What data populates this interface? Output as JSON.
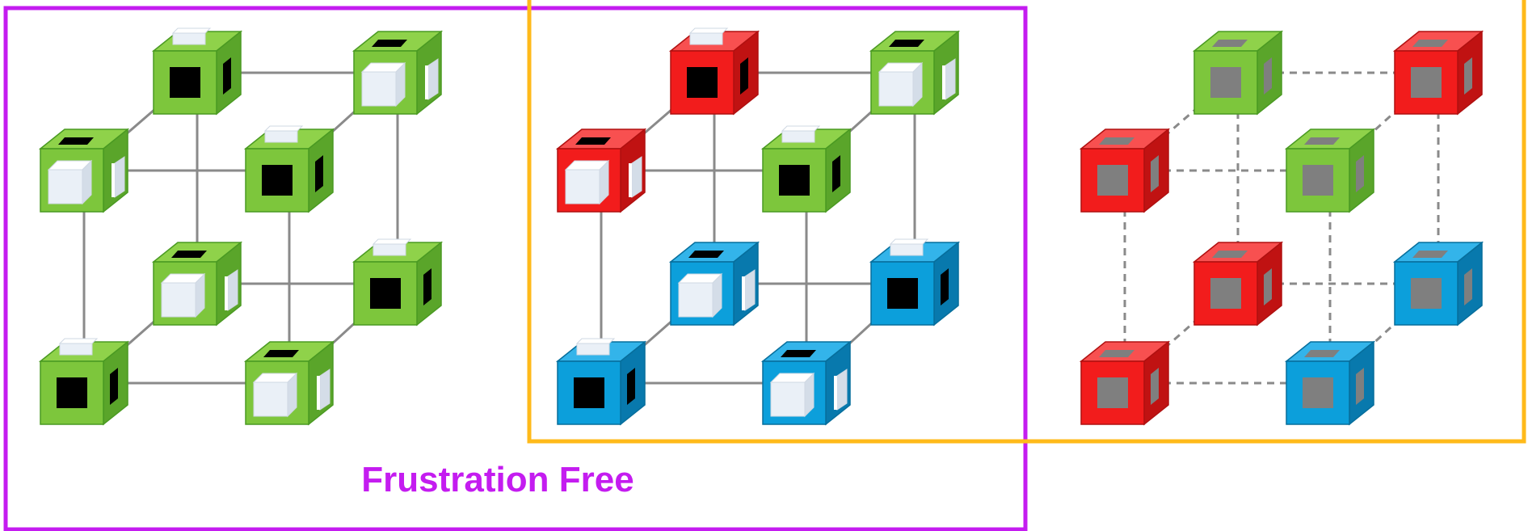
{
  "label": "Frustration Free",
  "colors": {
    "green": {
      "front": "#7dc63c",
      "top": "#8fd24a",
      "side": "#5aa52a",
      "edge": "#4a9a22"
    },
    "red": {
      "front": "#f21c1c",
      "top": "#f85050",
      "side": "#c01212",
      "edge": "#b01010"
    },
    "blue": {
      "front": "#0c9fdb",
      "top": "#33b4ea",
      "side": "#0879ad",
      "edge": "#066e9c"
    },
    "magenta_frame": "#c41cf0",
    "orange_frame": "#ffba1a",
    "line": "#8a8a8a",
    "hole": "#000000",
    "plug": "#eaf0f7",
    "gray_hole": "#7f7f7f"
  },
  "panels": {
    "left": {
      "cubes": [
        {
          "id": "B2",
          "color": "green"
        },
        {
          "id": "B3",
          "color": "green"
        },
        {
          "id": "B0",
          "color": "green"
        },
        {
          "id": "B1",
          "color": "green"
        },
        {
          "id": "F2",
          "color": "green"
        },
        {
          "id": "F3",
          "color": "green"
        },
        {
          "id": "F0",
          "color": "green"
        },
        {
          "id": "F1",
          "color": "green"
        }
      ]
    },
    "middle": {
      "cubes": [
        {
          "id": "B2",
          "color": "red"
        },
        {
          "id": "B3",
          "color": "green"
        },
        {
          "id": "B0",
          "color": "blue"
        },
        {
          "id": "B1",
          "color": "blue"
        },
        {
          "id": "F2",
          "color": "red"
        },
        {
          "id": "F3",
          "color": "green"
        },
        {
          "id": "F0",
          "color": "blue"
        },
        {
          "id": "F1",
          "color": "blue"
        }
      ]
    },
    "right": {
      "cubes": [
        {
          "id": "B2",
          "color": "green"
        },
        {
          "id": "B3",
          "color": "red"
        },
        {
          "id": "B0",
          "color": "red"
        },
        {
          "id": "B1",
          "color": "blue"
        },
        {
          "id": "F2",
          "color": "red"
        },
        {
          "id": "F3",
          "color": "green"
        },
        {
          "id": "F0",
          "color": "red"
        },
        {
          "id": "F1",
          "color": "blue"
        }
      ]
    }
  }
}
